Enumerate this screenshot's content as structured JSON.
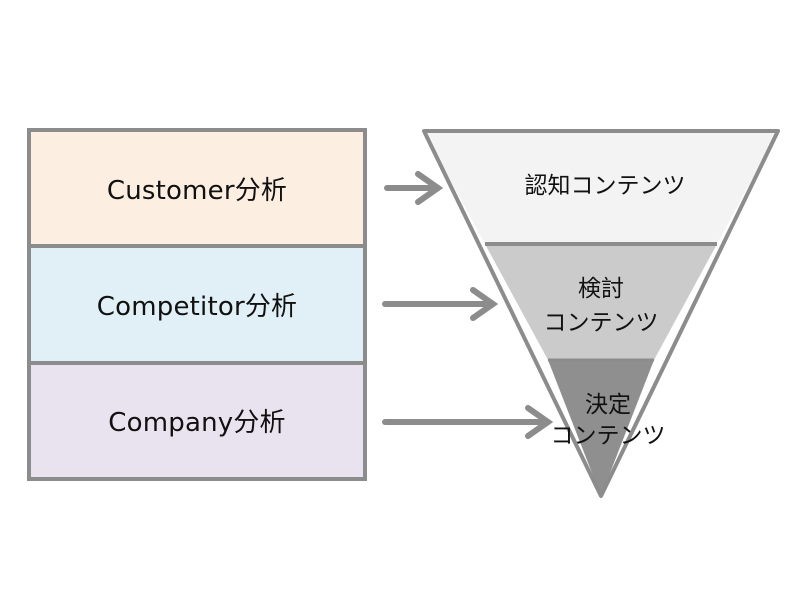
{
  "left_boxes": [
    {
      "label": "Customer分析",
      "color": "#fdeee2"
    },
    {
      "label": "Competitor分析",
      "color": "#e0f0f6"
    },
    {
      "label": "Company分析",
      "color": "#e9e3ef"
    }
  ],
  "funnel": [
    {
      "lines": [
        "認知コンテンツ"
      ],
      "color": "#f3f3f3"
    },
    {
      "lines": [
        "検討",
        "コンテンツ"
      ],
      "color": "#cbcbcb"
    },
    {
      "lines": [
        "決定",
        "コンテンツ"
      ],
      "color": "#8f8f8f"
    }
  ],
  "colors": {
    "border": "#8c8c8c",
    "arrow": "#8c8c8c"
  }
}
